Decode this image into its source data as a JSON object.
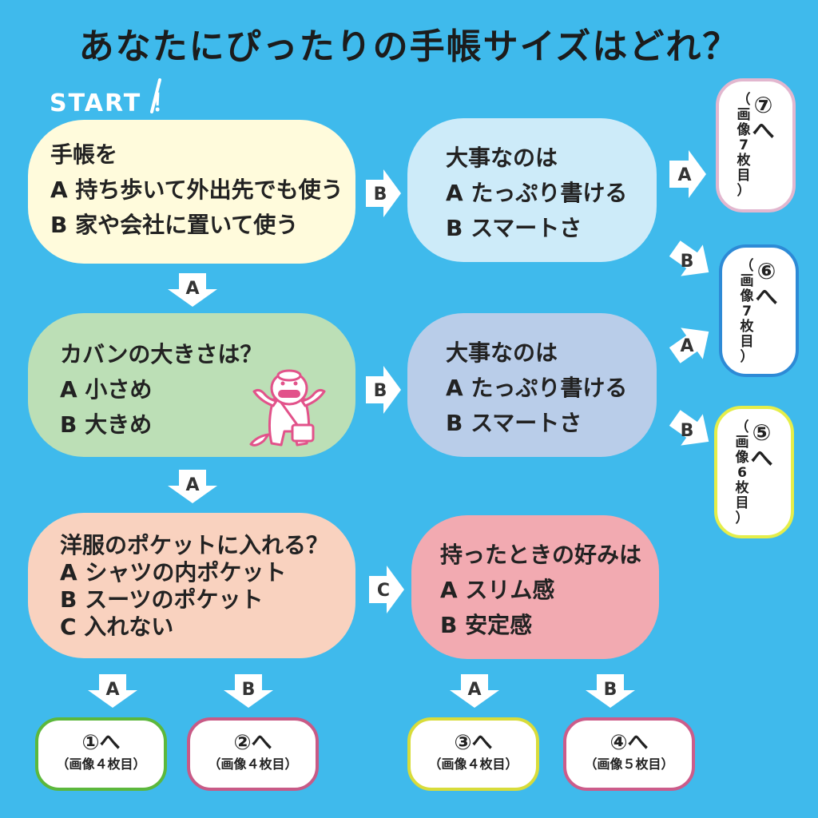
{
  "title": "あなたにぴったりの手帳サイズはどれ？",
  "start": "START ！",
  "questions": {
    "q1": {
      "lines": [
        "手帳を",
        "A 持ち歩いて外出先でも使う",
        "B 家や会社に置いて使う"
      ]
    },
    "q2": {
      "lines": [
        "カバンの大きさは？",
        "A 小さめ",
        "B 大きめ"
      ]
    },
    "q3": {
      "lines": [
        "洋服のポケットに入れる？",
        "A シャツの内ポケット",
        "B スーツのポケット",
        "C 入れない"
      ]
    },
    "q4": {
      "lines": [
        "大事なのは",
        "A たっぷり書ける",
        "B スマートさ"
      ]
    },
    "q5": {
      "lines": [
        "大事なのは",
        "A たっぷり書ける",
        "B スマートさ"
      ]
    },
    "q6": {
      "lines": [
        "持ったときの好みは",
        "A スリム感",
        "B 安定感"
      ]
    }
  },
  "arrow_labels": {
    "q1_down": "A",
    "q1_right": "B",
    "q2_down": "A",
    "q2_right": "B",
    "q3_a": "A",
    "q3_b": "B",
    "q3_c": "C",
    "q4_a": "A",
    "q4_b": "B",
    "q5_a": "A",
    "q5_b": "B",
    "q6_a": "A",
    "q6_b": "B"
  },
  "results": {
    "r1": {
      "main": "①へ",
      "sub": "（画像４枚目）",
      "border": "#5cb83c"
    },
    "r2": {
      "main": "②へ",
      "sub": "（画像４枚目）",
      "border": "#c85a86"
    },
    "r3": {
      "main": "③へ",
      "sub": "（画像４枚目）",
      "border": "#d8dc3a"
    },
    "r4": {
      "main": "④へ",
      "sub": "（画像５枚目）",
      "border": "#cc5c8a"
    },
    "r5": {
      "main": [
        "⑤",
        "へ"
      ],
      "sub": [
        "（",
        "画",
        "像",
        "6",
        "枚",
        "目",
        "）"
      ],
      "border": "#e5ee4a"
    },
    "r6": {
      "main": [
        "⑥",
        "へ"
      ],
      "sub": [
        "（",
        "画",
        "像",
        "7",
        "枚",
        "目",
        "）"
      ],
      "border": "#2d8ad6"
    },
    "r7": {
      "main": [
        "⑦",
        "へ"
      ],
      "sub": [
        "（",
        "画",
        "像",
        "7",
        "枚",
        "目",
        "）"
      ],
      "border": "#e2b7cf"
    }
  },
  "colors": {
    "background": "#3fbaec",
    "q1": "#fffbdc",
    "q2": "#bcdfb6",
    "q3": "#f9d2bf",
    "q4": "#cdebf9",
    "q5": "#b9cde9",
    "q6": "#f2aab1"
  },
  "mascot": "platypus-mascot-with-bag"
}
